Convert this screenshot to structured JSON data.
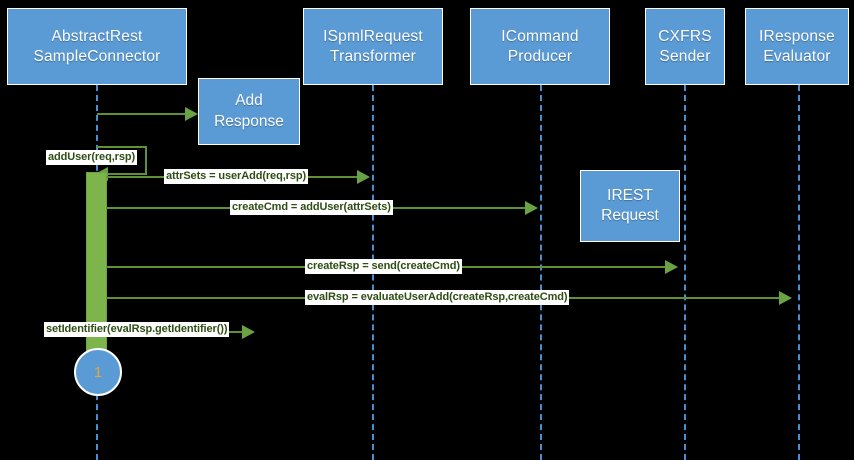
{
  "diagram": {
    "type": "uml-sequence-diagram",
    "title": "AbstractRestSampleConnector add user sequence",
    "background_color": "#000000",
    "colors": {
      "participant_fill": "#5B9BD5",
      "participant_border": "#FFFFFF",
      "participant_text": "#FFFFFF",
      "lifeline": "#4A8FD4",
      "message_line": "#5E9233",
      "activation_fill": "#7DB44B",
      "label_background": "#FFFFFF",
      "label_text": "#2E4E14",
      "end_marker_text": "#E8A33D"
    }
  },
  "participants": [
    {
      "id": "connector",
      "lines": [
        "AbstractRest",
        "SampleConnector"
      ]
    },
    {
      "id": "transformer",
      "lines": [
        "ISpmlRequest",
        "Transformer"
      ]
    },
    {
      "id": "producer",
      "lines": [
        "ICommand",
        "Producer"
      ]
    },
    {
      "id": "sender",
      "lines": [
        "CXFRS",
        "Sender"
      ]
    },
    {
      "id": "evaluator",
      "lines": [
        "IResponse",
        "Evaluator"
      ]
    }
  ],
  "objects": [
    {
      "id": "add-response",
      "lines": [
        "Add",
        "Response"
      ]
    },
    {
      "id": "irest-request",
      "lines": [
        "IREST",
        "Request"
      ]
    }
  ],
  "messages": [
    {
      "id": "m0",
      "label": "",
      "from": "connector",
      "to": "add-response"
    },
    {
      "id": "m1",
      "label": "addUser(req,rsp)",
      "from": "connector",
      "to": "connector",
      "self": true
    },
    {
      "id": "m2",
      "label": "attrSets = userAdd(req,rsp)",
      "from": "connector",
      "to": "transformer"
    },
    {
      "id": "m3",
      "label": "createCmd = addUser(attrSets)",
      "from": "connector",
      "to": "producer"
    },
    {
      "id": "m4",
      "label": "createRsp = send(createCmd)",
      "from": "connector",
      "to": "sender"
    },
    {
      "id": "m5",
      "label": "evalRsp = evaluateUserAdd(createRsp,createCmd)",
      "from": "connector",
      "to": "evaluator"
    },
    {
      "id": "m6",
      "label": "setIdentifier(evalRsp.getIdentifier())",
      "from": "connector",
      "to": "connector"
    }
  ],
  "end_marker": {
    "label": "1"
  }
}
